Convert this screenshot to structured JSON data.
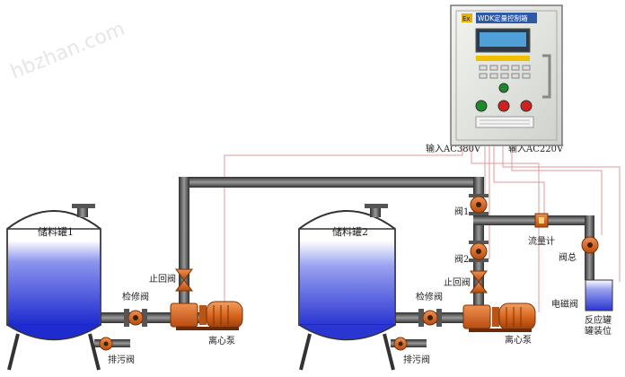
{
  "watermark": "hbzhan.com",
  "control_box": {
    "ex_mark": "Ex",
    "title": "WDK定量控制箱"
  },
  "labels": {
    "input_380": "输入AC380V",
    "input_220": "输入AC220V",
    "tank1": "储料罐1",
    "tank2": "储料罐2",
    "valve1": "阀1",
    "valve2": "阀2",
    "valve_total": "阀总",
    "flowmeter": "流量计",
    "check_valve_1": "止回阀",
    "check_valve_2": "止回阀",
    "service_valve_1": "检修阀",
    "service_valve_2": "检修阀",
    "pump_1": "离心泵",
    "pump_2": "离心泵",
    "drain_valve_1": "排污阀",
    "drain_valve_2": "排污阀",
    "solenoid_valve": "电磁阀",
    "reactor_line1": "反应罐",
    "reactor_line2": "罐装位"
  },
  "colors": {
    "pipe": "#4d4d4d",
    "pipe_light": "#8a8a8a",
    "wire": "#e08a8a",
    "valve": "#d9661f",
    "tank_liquid": "#1f2fd0",
    "box_bg": "#e9ebe6"
  }
}
